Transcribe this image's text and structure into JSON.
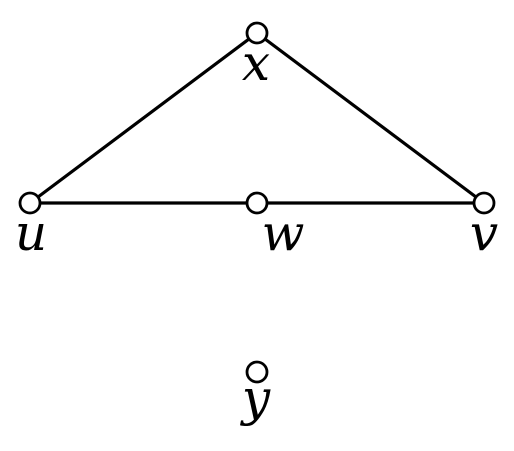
{
  "graph": {
    "nodes": [
      {
        "id": "x",
        "label": "x"
      },
      {
        "id": "u",
        "label": "u"
      },
      {
        "id": "w",
        "label": "w"
      },
      {
        "id": "v",
        "label": "v"
      },
      {
        "id": "y",
        "label": "y"
      }
    ],
    "edges": [
      {
        "from": "u",
        "to": "x"
      },
      {
        "from": "x",
        "to": "v"
      },
      {
        "from": "u",
        "to": "w"
      },
      {
        "from": "w",
        "to": "v"
      }
    ]
  }
}
